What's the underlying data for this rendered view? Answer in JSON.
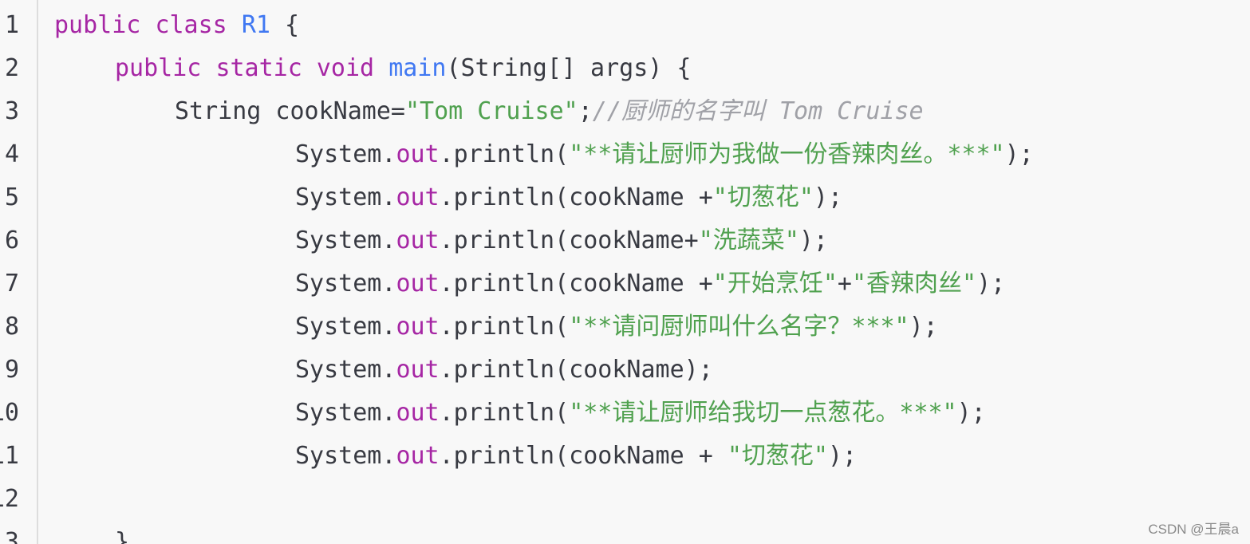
{
  "line_numbers": [
    "1",
    "2",
    "3",
    "4",
    "5",
    "6",
    "7",
    "8",
    "9",
    "10",
    "11",
    "12",
    "13"
  ],
  "lines": {
    "l1": {
      "kw1": "public",
      "kw2": "class",
      "cls": "R1",
      "rest": "{"
    },
    "l2": {
      "kw1": "public",
      "kw2": "static",
      "kw3": "void",
      "fn": "main",
      "rest": "(String[] args) {"
    },
    "l3": {
      "p1": "String cookName=",
      "str": "\"Tom Cruise\"",
      "p2": ";",
      "comment": "//厨师的名字叫 Tom Cruise"
    },
    "l4": {
      "p1": "System.",
      "field": "out",
      "p2": ".println(",
      "str": "\"**请让厨师为我做一份香辣肉丝。***\"",
      "p3": ");"
    },
    "l5": {
      "p1": "System.",
      "field": "out",
      "p2": ".println(cookName +",
      "str": "\"切葱花\"",
      "p3": ");"
    },
    "l6": {
      "p1": "System.",
      "field": "out",
      "p2": ".println(cookName+",
      "str": "\"洗蔬菜\"",
      "p3": ");"
    },
    "l7": {
      "p1": "System.",
      "field": "out",
      "p2": ".println(cookName +",
      "str": "\"开始烹饪\"",
      "p3": "+",
      "str2": "\"香辣肉丝\"",
      "p4": ");"
    },
    "l8": {
      "p1": "System.",
      "field": "out",
      "p2": ".println(",
      "str": "\"**请问厨师叫什么名字？***\"",
      "p3": ");"
    },
    "l9": {
      "p1": "System.",
      "field": "out",
      "p2": ".println(cookName);"
    },
    "l10": {
      "p1": "System.",
      "field": "out",
      "p2": ".println(",
      "str": "\"**请让厨师给我切一点葱花。***\"",
      "p3": ");"
    },
    "l11": {
      "p1": "System.",
      "field": "out",
      "p2": ".println(cookName + ",
      "str": "\"切葱花\"",
      "p3": ");"
    },
    "l13": {
      "p1": "}"
    }
  },
  "watermark": "CSDN @王晨a",
  "colors": {
    "keyword": "#a626a4",
    "class_name": "#4078f2",
    "string": "#50a14f",
    "comment": "#a0a1a7",
    "text": "#383a42",
    "background": "#f8f8f8"
  }
}
